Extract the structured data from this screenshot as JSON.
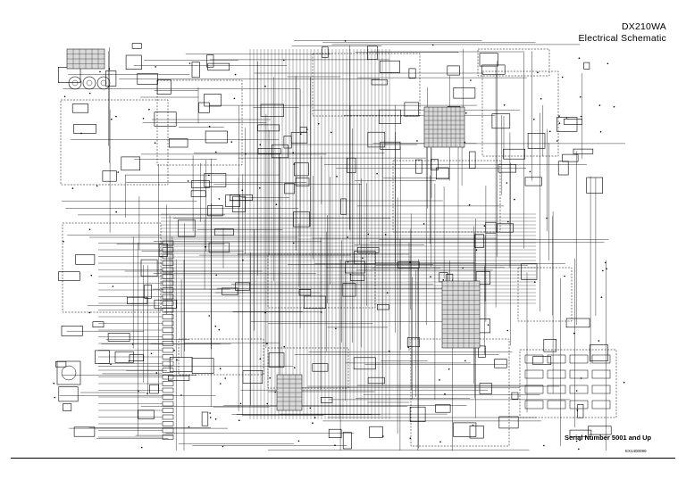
{
  "title_block": {
    "model": "DX210WA",
    "subtitle": "Electrical Schematic"
  },
  "serial_note": "Serial Number 5001 and Up",
  "document_number": "EX1400090",
  "colors": {
    "ink": "#000000",
    "paper": "#ffffff",
    "grid_fill": "#d9d9d9"
  }
}
